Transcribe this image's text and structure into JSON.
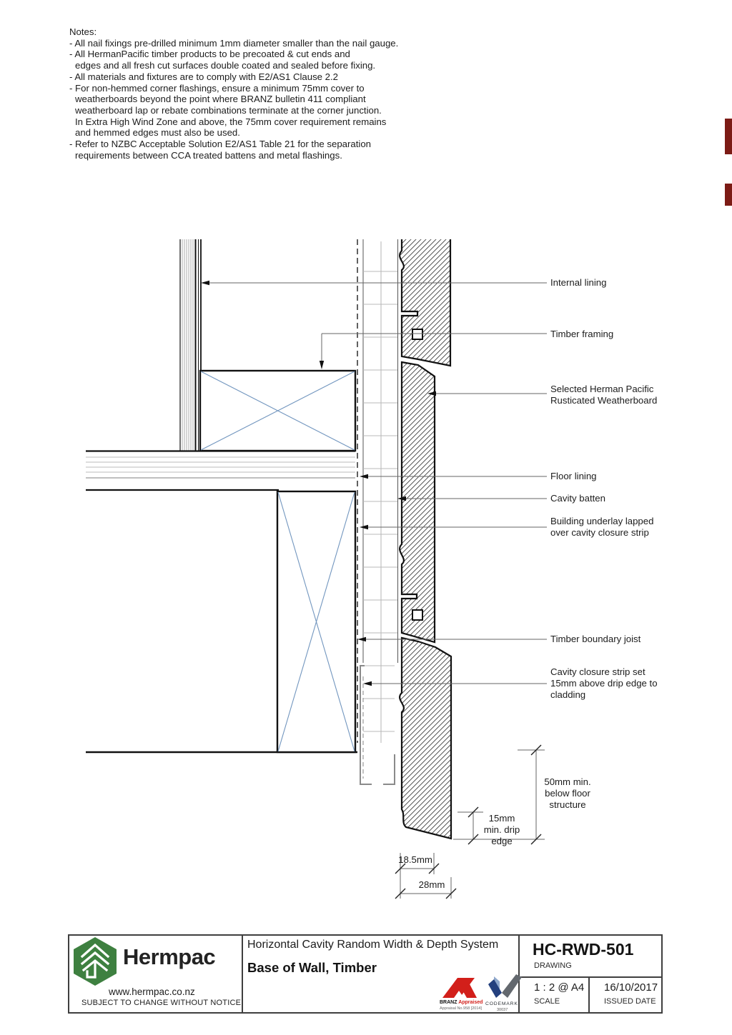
{
  "notes": {
    "title": "Notes:",
    "lines": [
      "- All nail fixings pre-drilled minimum 1mm diameter smaller than the nail gauge.",
      "- All HermanPacific timber products to be precoated & cut ends and",
      "edges and all fresh cut surfaces double coated and sealed before fixing.",
      "- All materials and fixtures are to comply with E2/AS1 Clause 2.2",
      "- For non-hemmed corner flashings, ensure a minimum 75mm cover to",
      "weatherboards beyond the point where BRANZ bulletin 411 compliant",
      "weatherboard lap or rebate combinations terminate at the corner junction.",
      "In Extra High Wind Zone and above, the 75mm cover requirement remains",
      "and hemmed edges must also be used.",
      "- Refer to NZBC Acceptable Solution E2/AS1 Table 21 for the separation",
      "requirements between CCA treated battens and metal flashings."
    ]
  },
  "callouts": {
    "internal_lining": "Internal lining",
    "timber_framing": "Timber framing",
    "weatherboard_1": "Selected Herman Pacific",
    "weatherboard_2": "Rusticated Weatherboard",
    "floor_lining": "Floor lining",
    "cavity_batten": "Cavity batten",
    "underlay_1": "Building underlay lapped",
    "underlay_2": "over cavity closure strip",
    "boundary_joist": "Timber boundary joist",
    "closure_1": "Cavity closure strip set",
    "closure_2": "15mm above drip edge to",
    "closure_3": "cladding"
  },
  "dimensions": {
    "d50_1": "50mm min.",
    "d50_2": "below floor",
    "d50_3": "structure",
    "d15_1": "15mm",
    "d15_2": "min. drip",
    "d15_3": "edge",
    "d185": "18.5mm",
    "d28": "28mm"
  },
  "title_block": {
    "brand": "Hermpac",
    "website": "www.hermpac.co.nz",
    "disclaimer": "SUBJECT TO CHANGE WITHOUT NOTICE",
    "system_title": "Horizontal Cavity Random Width & Depth System",
    "drawing_title": "Base of Wall, Timber",
    "drawing_number": "HC-RWD-501",
    "drawing_number_label": "DRAWING",
    "scale_value": "1 : 2 @ A4",
    "scale_label": "SCALE",
    "issued_date": "16/10/2017",
    "issued_date_label": "ISSUED DATE",
    "branz_name": "BRANZ",
    "branz_appraised": "Appraised",
    "branz_sub": "Appraisal No.958 [2014]",
    "codemark_name": "CODEMARK",
    "codemark_number": "30037"
  },
  "colors": {
    "accent_green": "#3e8040",
    "branz_red": "#d21f1a",
    "codemark_blue": "#24407e",
    "cross_blue": "#7296bf",
    "edge_mark_red": "#7c1b15"
  }
}
